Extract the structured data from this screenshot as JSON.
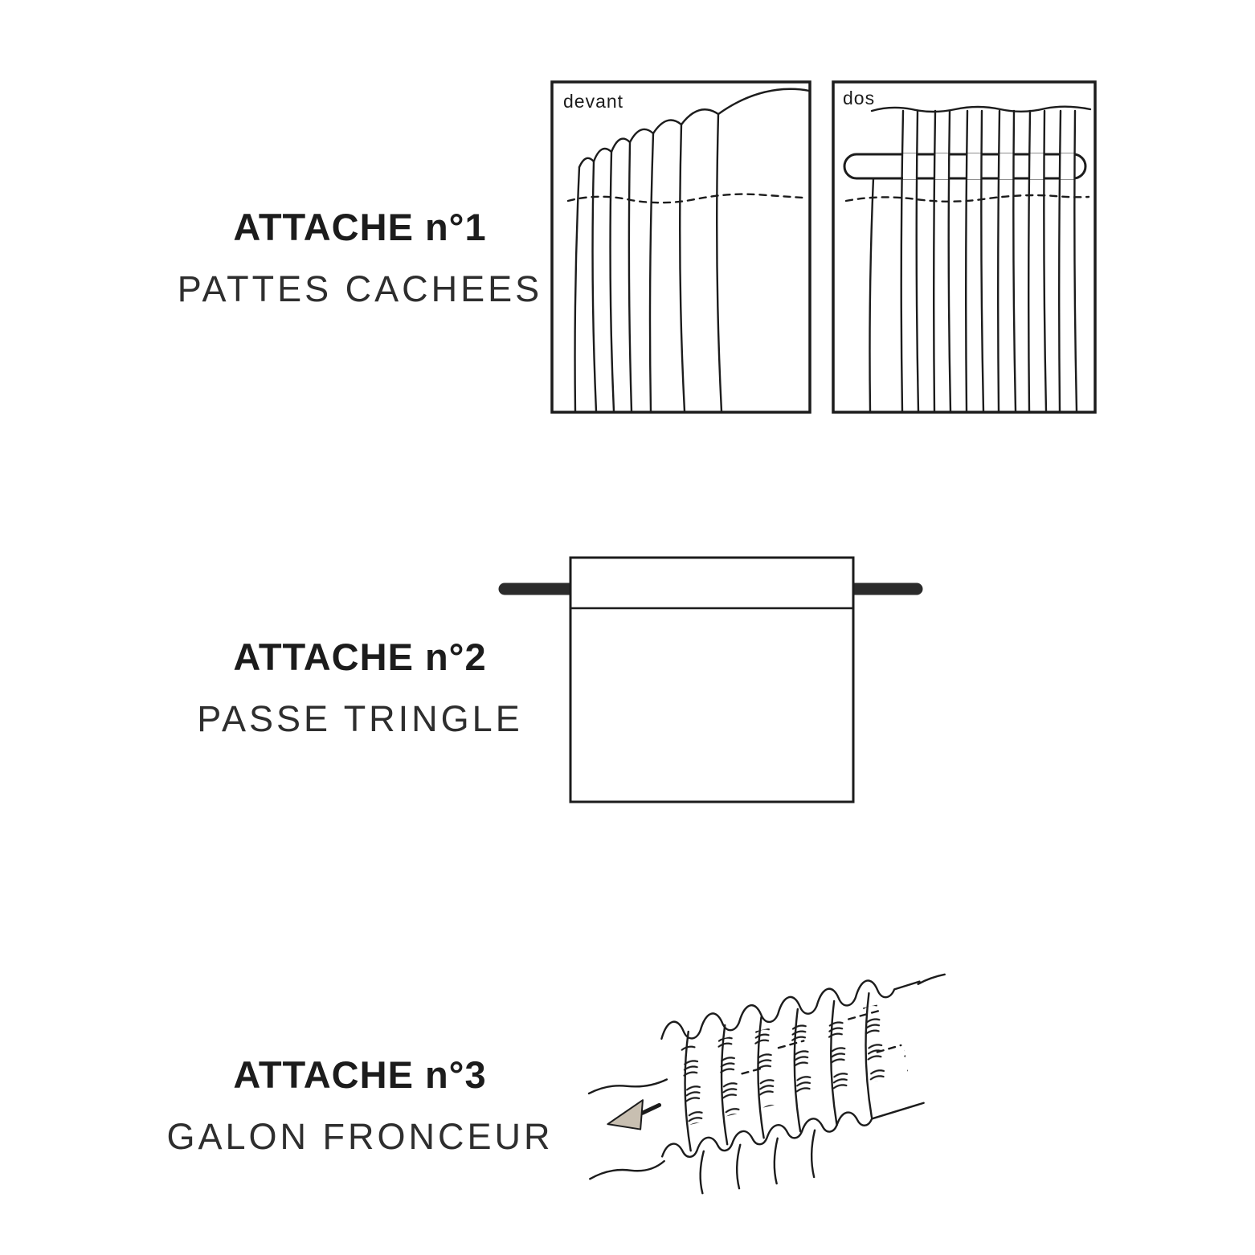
{
  "sections": [
    {
      "title": "ATTACHE n°1",
      "subtitle": "PATTES CACHEES"
    },
    {
      "title": "ATTACHE n°2",
      "subtitle": "PASSE TRINGLE"
    },
    {
      "title": "ATTACHE n°3",
      "subtitle": "GALON FRONCEUR"
    }
  ],
  "illustration_labels": {
    "front": "devant",
    "back": "dos"
  },
  "colors": {
    "ink": "#1c1c1c",
    "rod": "#2b2b2b",
    "arrow_fill": "#c8bfb1",
    "background": "#ffffff"
  }
}
